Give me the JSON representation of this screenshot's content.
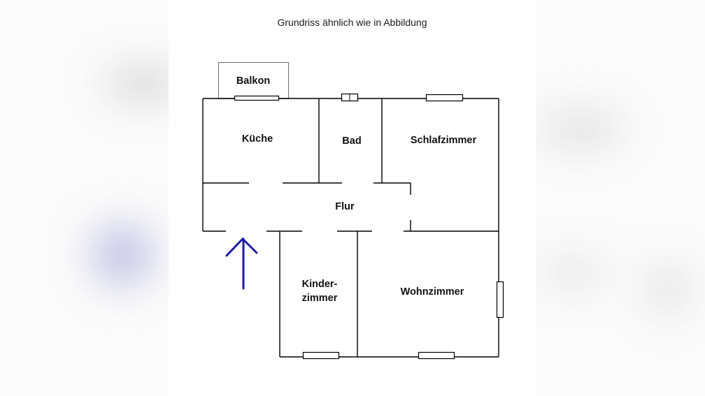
{
  "title": "Grundriss ähnlich wie in Abbildung",
  "rooms": {
    "balkon": "Balkon",
    "kueche": "Küche",
    "bad": "Bad",
    "schlafzimmer": "Schlafzimmer",
    "flur": "Flur",
    "kinderzimmer_line1": "Kinder-",
    "kinderzimmer_line2": "zimmer",
    "wohnzimmer": "Wohnzimmer"
  },
  "entrance": {
    "icon": "arrow-up-icon",
    "color": "#1c1ca0"
  },
  "colors": {
    "wall": "#000000",
    "balcony_outline": "#6e6e6e",
    "background": "#ffffff"
  }
}
